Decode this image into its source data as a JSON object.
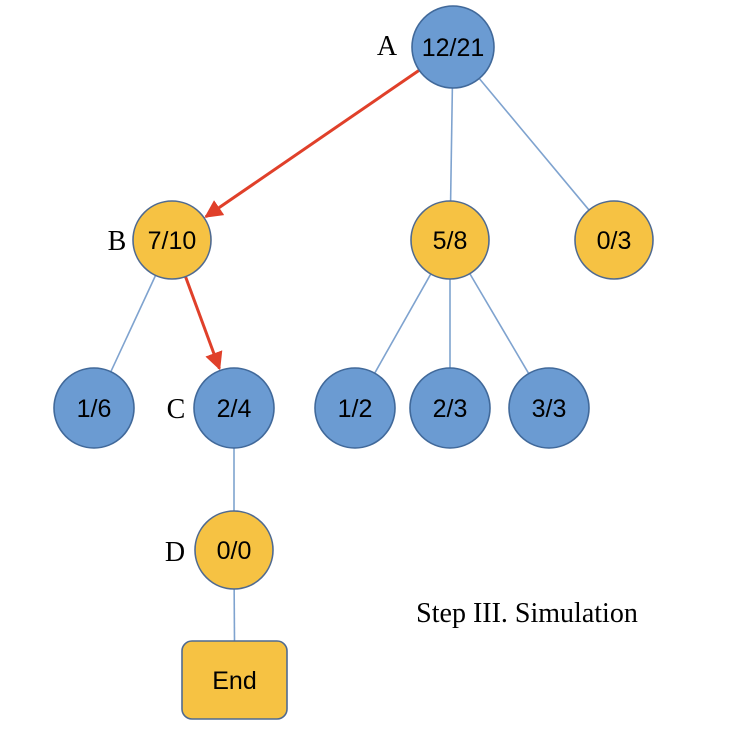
{
  "colors": {
    "blue_fill": "#6b9bd2",
    "blue_stroke": "#41699a",
    "orange_fill": "#f6c243",
    "orange_stroke": "#4f6a91",
    "edge": "#7fa3cf",
    "arrow": "#e0402a"
  },
  "nodes": {
    "A": {
      "letter": "A",
      "value": "12/21",
      "color": "blue"
    },
    "B": {
      "letter": "B",
      "value": "7/10",
      "color": "orange"
    },
    "B2": {
      "value": "5/8",
      "color": "orange"
    },
    "B3": {
      "value": "0/3",
      "color": "orange"
    },
    "C1": {
      "value": "1/6",
      "color": "blue"
    },
    "C": {
      "letter": "C",
      "value": "2/4",
      "color": "blue"
    },
    "C3": {
      "value": "1/2",
      "color": "blue"
    },
    "C4": {
      "value": "2/3",
      "color": "blue"
    },
    "C5": {
      "value": "3/3",
      "color": "blue"
    },
    "D": {
      "letter": "D",
      "value": "0/0",
      "color": "orange"
    },
    "End": {
      "value": "End",
      "color": "orange"
    }
  },
  "edges": [
    {
      "from": "A",
      "to": "B",
      "highlighted": true
    },
    {
      "from": "A",
      "to": "B2",
      "highlighted": false
    },
    {
      "from": "A",
      "to": "B3",
      "highlighted": false
    },
    {
      "from": "B",
      "to": "C1",
      "highlighted": false
    },
    {
      "from": "B",
      "to": "C",
      "highlighted": true
    },
    {
      "from": "B2",
      "to": "C3",
      "highlighted": false
    },
    {
      "from": "B2",
      "to": "C4",
      "highlighted": false
    },
    {
      "from": "B2",
      "to": "C5",
      "highlighted": false
    },
    {
      "from": "C",
      "to": "D",
      "highlighted": false
    },
    {
      "from": "D",
      "to": "End",
      "highlighted": false
    }
  ],
  "caption": "Step III. Simulation"
}
